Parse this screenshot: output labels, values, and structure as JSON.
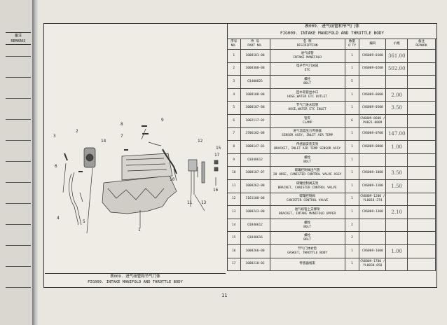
{
  "left_page": {
    "remarks_cn": "备注",
    "remarks_en": "REMARKS"
  },
  "header": {
    "title_cn": "表009. 进气歧管和节气门体",
    "title_en": "FIG009. INTAKE MANIFOLD AND THROTTLE BODY"
  },
  "columns": [
    {
      "cn": "序号",
      "en": "NO."
    },
    {
      "cn": "件 号",
      "en": "PART NO."
    },
    {
      "cn": "名 称",
      "en": "DESCRIPTION"
    },
    {
      "cn": "数量",
      "en": "Q`TY"
    },
    {
      "cn": "编码",
      "en": ""
    },
    {
      "cn": "价格",
      "en": ""
    },
    {
      "cn": "备注",
      "en": "REMARK"
    }
  ],
  "rows": [
    {
      "no": "1",
      "part": "1008101-00",
      "cn": "进气歧管",
      "en": "INTAKE MANIFOLD",
      "qty": "1",
      "ref": "CV6009-0100",
      "price": "361.00"
    },
    {
      "no": "2",
      "part": "1008300-00",
      "cn": "电子节气门总成",
      "en": "ETC",
      "qty": "1",
      "ref": "CV6009-0200",
      "price": "502.00"
    },
    {
      "no": "3",
      "part": "Q1400825",
      "cn": "螺栓",
      "en": "BOLT",
      "qty": "5",
      "ref": "",
      "price": ""
    },
    {
      "no": "4",
      "part": "1008108-00",
      "cn": "回水软管出水口",
      "en": "HOSE,WATER ETC OUTLET",
      "qty": "1",
      "ref": "CV6009-0600",
      "price": "2.00"
    },
    {
      "no": "5",
      "part": "1008107-00",
      "cn": "节气门进水软管",
      "en": "HOSE,WATER ETC INLET",
      "qty": "1",
      "ref": "CV6009-0500",
      "price": "3.50"
    },
    {
      "no": "6",
      "part": "1002117-01",
      "cn": "管夹",
      "en": "CLAMP",
      "qty": "6",
      "ref": "CV6009-0600 / PA021-0009",
      "price": ""
    },
    {
      "no": "7",
      "part": "3706102-08",
      "cn": "进气温度压力传感器",
      "en": "SENSOR ASSY, INLET AIR TEMP",
      "qty": "1",
      "ref": "CV6009-0700",
      "price": "147.00"
    },
    {
      "no": "8",
      "part": "1008147-01",
      "cn": "传感器安装支架",
      "en": "BRACKET, INLET AIR TEMP SENSOR ASSY",
      "qty": "1",
      "ref": "CV6009-0800",
      "price": "1.00"
    },
    {
      "no": "9",
      "part": "Q1840612",
      "cn": "螺栓",
      "en": "BOLT",
      "qty": "1",
      "ref": "",
      "price": ""
    },
    {
      "no": "10",
      "part": "1008107-07",
      "cn": "碳罐控制阀出气管",
      "en": "20 HOSE, CANISTER CONTROL VALVE ASSY",
      "qty": "1",
      "ref": "CV6009-1000",
      "price": "3.50"
    },
    {
      "no": "11",
      "part": "1008262-00",
      "cn": "碳罐控制阀支架",
      "en": "BRACKET, CANISTER CONTROL VALVE",
      "qty": "1",
      "ref": "CV6009-1100",
      "price": "1.50"
    },
    {
      "no": "12",
      "part": "1161100-00",
      "cn": "碳罐控制阀",
      "en": "CANISTER CONTROL VALVE",
      "qty": "1",
      "ref": "CV6009-1200 / YL0018-274",
      "price": ""
    },
    {
      "no": "13",
      "part": "1008243-00",
      "cn": "进气歧管上支撑架",
      "en": "BRACKET, INTAKE MANIFOLD UPPER",
      "qty": "1",
      "ref": "CV6009-1300",
      "price": "2.10"
    },
    {
      "no": "14",
      "part": "Q1840612",
      "cn": "螺栓",
      "en": "BOLT",
      "qty": "2",
      "ref": "",
      "price": ""
    },
    {
      "no": "15",
      "part": "Q1840616",
      "cn": "螺栓",
      "en": "BOLT",
      "qty": "2",
      "ref": "",
      "price": ""
    },
    {
      "no": "16",
      "part": "1008266-00",
      "cn": "节气门体衬垫",
      "en": "GASKET, THROTTLE BODY",
      "qty": "1",
      "ref": "CV6009-1600",
      "price": "1.00"
    },
    {
      "no": "17",
      "part": "1008210-02",
      "cn": "传感器线束",
      "en": "",
      "qty": "1",
      "ref": "CV6009-1700 / YL0030-050",
      "price": ""
    }
  ],
  "figure": {
    "callouts": [
      "1",
      "2",
      "3",
      "4",
      "5",
      "6",
      "7",
      "8",
      "9",
      "10",
      "11",
      "12",
      "13",
      "14",
      "15",
      "16",
      "17"
    ]
  },
  "caption": {
    "cn": "表009. 进气歧管和节气门体",
    "en": "FIG009. INTAKE MANIFOLD AND THROTTLE BODY"
  },
  "page_number": "11"
}
